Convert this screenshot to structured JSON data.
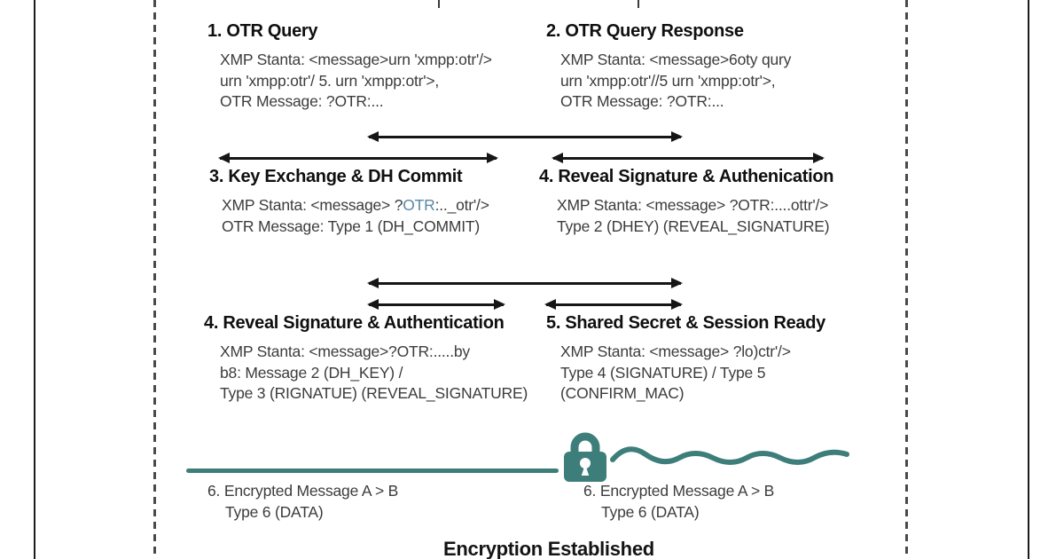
{
  "diagram": {
    "steps": [
      {
        "title": "1. OTR Query",
        "lines": [
          "XMP Stanta: <message>urn 'xmpp:otr'/>",
          "urn 'xmpp:otr'/ 5. urn 'xmpp:otr'>,",
          "OTR Message: ?OTR:..."
        ]
      },
      {
        "title": "2. OTR Query Response",
        "lines": [
          "XMP Stanta: <message>6oty qury",
          "urn 'xmpp:otr'//5 urn 'xmpp:otr'>,",
          "OTR Message: ?OTR:..."
        ]
      },
      {
        "title": "3. Key Exchange & DH Commit",
        "line1": {
          "prefix": "XMP Stanta: <message> ?",
          "highlight": "OTR",
          "suffix": ":.._otr'/>"
        },
        "lines": [
          "OTR Message: Type 1 (DH_COMMIT)"
        ]
      },
      {
        "title": "4. Reveal Signature & Authenication",
        "lines": [
          "XMP Stanta: <message> ?OTR:....ottr'/>",
          "Type 2 (DHEY) (REVEAL_SIGNATURE)"
        ]
      },
      {
        "title": "4. Reveal Signature & Authentication",
        "lines": [
          "XMP Stanta: <message>?OTR:.....by",
          "b8: Message 2 (DH_KEY) /",
          "Type 3 (RIGNATUE) (REVEAL_SIGNATURE)"
        ]
      },
      {
        "title": "5. Shared Secret & Session Ready",
        "lines": [
          "XMP Stanta: <message> ?lo)ctr'/>",
          "Type 4 (SIGNATURE) / Type 5",
          "(CONFIRM_MAC)"
        ]
      },
      {
        "title": "6. Encrypted Message A > B",
        "lines": [
          "Type 6 (DATA)"
        ]
      },
      {
        "title": "6. Encrypted Message A > B",
        "lines": [
          "Type 6 (DATA)"
        ]
      }
    ],
    "footer": "Encryption Established",
    "colors": {
      "teal": "#3e7e7a",
      "heading": "#0f0f0f",
      "body": "#3c3c3c",
      "otr_highlight": "#5b87a6"
    },
    "icons": {
      "lock": "lock-icon"
    }
  }
}
